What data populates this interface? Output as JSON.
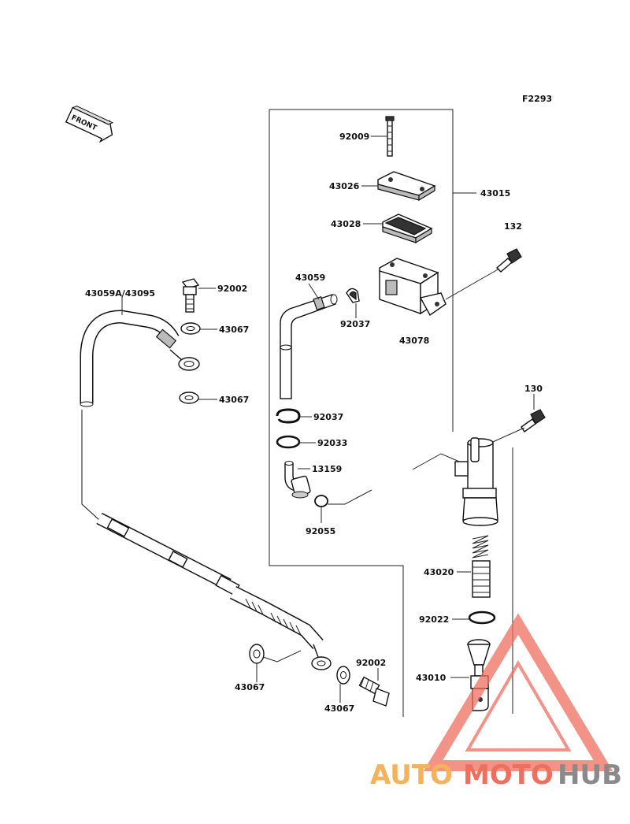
{
  "diagram": {
    "code": "F2293",
    "front_label": "FRONT",
    "parts": {
      "p92009": "92009",
      "p43026": "43026",
      "p43015": "43015",
      "p43028": "43028",
      "p132": "132",
      "p43059": "43059",
      "p92037a": "92037",
      "p43078": "43078",
      "p43059a": "43059A/43095",
      "p92002a": "92002",
      "p43067a": "43067",
      "p43067b": "43067",
      "p92037b": "92037",
      "p92033": "92033",
      "p130": "130",
      "p13159": "13159",
      "p92055": "92055",
      "p43020": "43020",
      "p92022": "92022",
      "p43010": "43010",
      "p92002b": "92002",
      "p43067c": "43067",
      "p43067d": "43067"
    }
  },
  "watermark": {
    "text_a": "AUTO",
    "text_b": "MOTO",
    "text_c": "HUB",
    "color_a": "#f5b25a",
    "color_b": "#ef6f5f",
    "color_c": "#8a8a8a"
  }
}
